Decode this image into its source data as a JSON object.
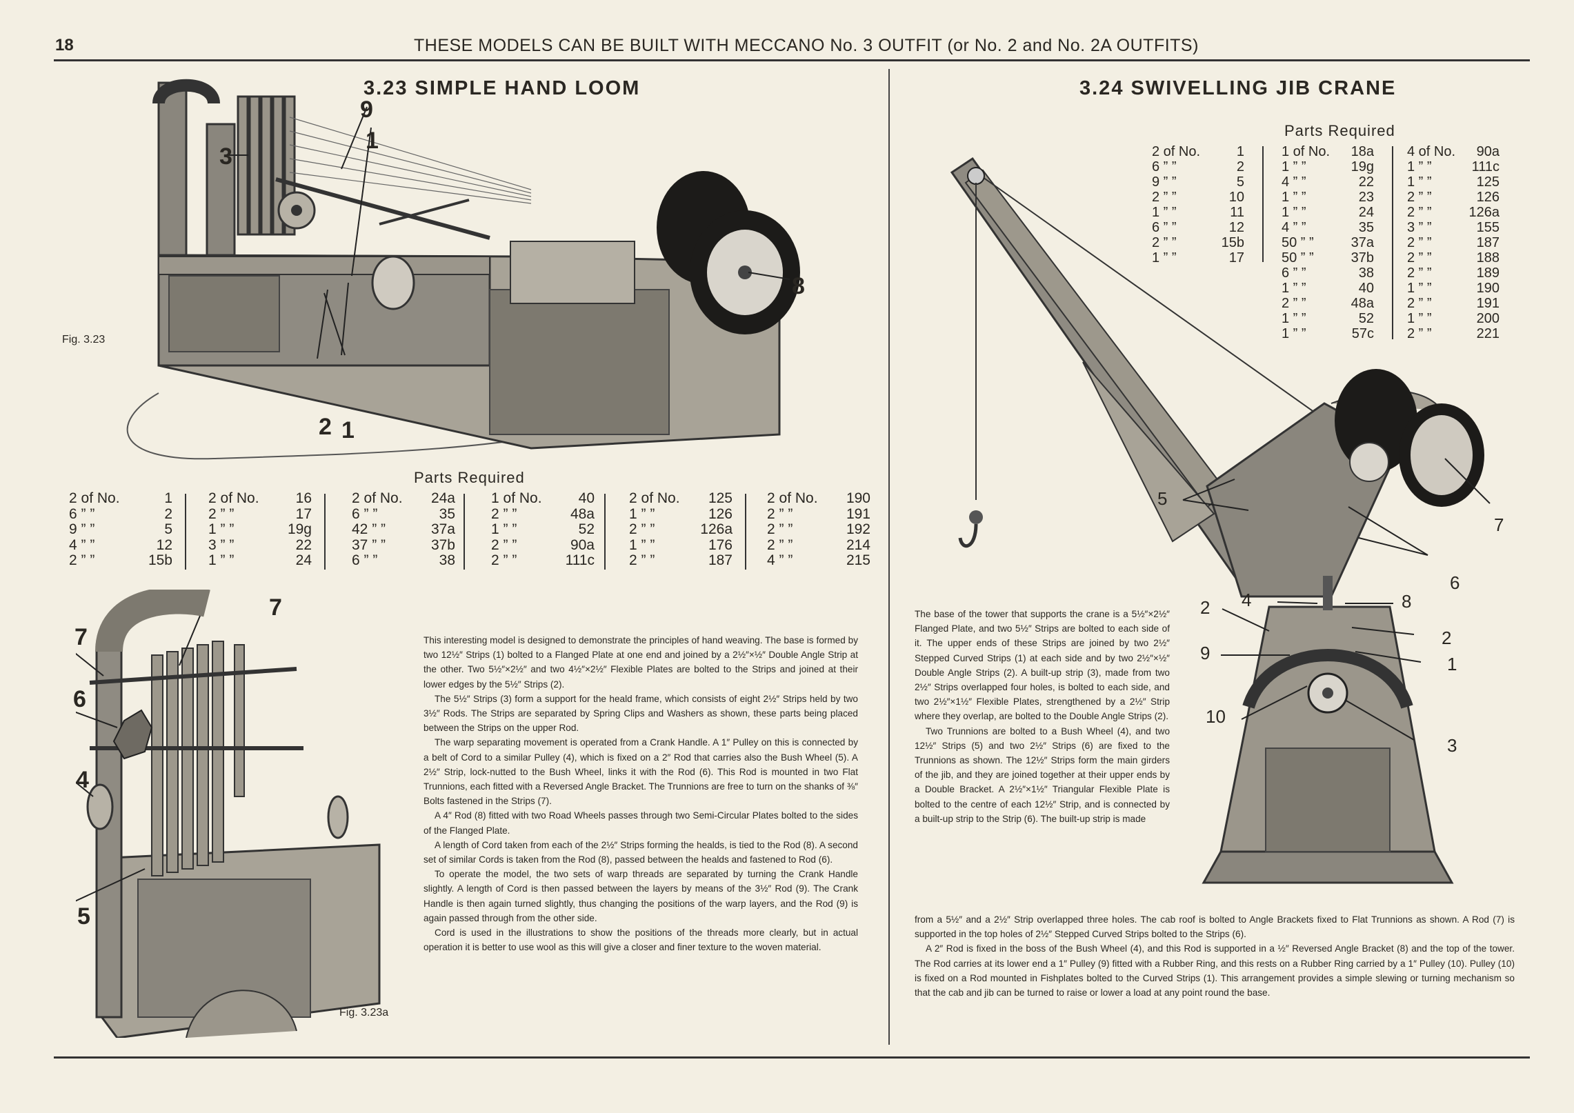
{
  "header": {
    "page_number": "18",
    "running_head": "THESE MODELS CAN BE BUILT WITH MECCANO No. 3 OUTFIT (or No. 2 and No. 2A OUTFITS)"
  },
  "loom": {
    "title": "3.23 SIMPLE HAND LOOM",
    "fig_label": "Fig. 3.23",
    "fig_label_a": "Fig. 3.23a",
    "callouts_main": [
      "9",
      "1",
      "3",
      "8",
      "2",
      "1"
    ],
    "callouts_detail": [
      "7",
      "7",
      "6",
      "4",
      "5"
    ],
    "parts_heading": "Parts Required",
    "parts_columns": [
      [
        [
          "2 of No.",
          "1"
        ],
        [
          "6 ” ”",
          "2"
        ],
        [
          "9 ” ”",
          "5"
        ],
        [
          "4 ” ”",
          "12"
        ],
        [
          "2 ” ”",
          "15b"
        ]
      ],
      [
        [
          "2 of No.",
          "16"
        ],
        [
          "2 ” ”",
          "17"
        ],
        [
          "1 ” ”",
          "19g"
        ],
        [
          "3 ” ”",
          "22"
        ],
        [
          "1 ” ”",
          "24"
        ]
      ],
      [
        [
          "2 of No.",
          "24a"
        ],
        [
          "6 ” ”",
          "35"
        ],
        [
          "42 ” ”",
          "37a"
        ],
        [
          "37 ” ”",
          "37b"
        ],
        [
          "6 ” ”",
          "38"
        ]
      ],
      [
        [
          "1 of No.",
          "40"
        ],
        [
          "2 ” ”",
          "48a"
        ],
        [
          "1 ” ”",
          "52"
        ],
        [
          "2 ” ”",
          "90a"
        ],
        [
          "2 ” ”",
          "111c"
        ]
      ],
      [
        [
          "2 of No.",
          "125"
        ],
        [
          "1 ” ”",
          "126"
        ],
        [
          "2 ” ”",
          "126a"
        ],
        [
          "1 ” ”",
          "176"
        ],
        [
          "2 ” ”",
          "187"
        ]
      ],
      [
        [
          "2 of No.",
          "190"
        ],
        [
          "2 ” ”",
          "191"
        ],
        [
          "2 ” ”",
          "192"
        ],
        [
          "2 ” ”",
          "214"
        ],
        [
          "4 ” ”",
          "215"
        ]
      ]
    ],
    "paragraphs": [
      "This interesting model is designed to demonstrate the principles of hand weaving. The base is formed by two 12½″ Strips (1) bolted to a Flanged Plate at one end and joined by a 2½″×½″ Double Angle Strip at the other. Two 5½″×2½″ and two 4½″×2½″ Flexible Plates are bolted to the Strips and joined at their lower edges by the 5½″ Strips (2).",
      "The 5½″ Strips (3) form a support for the heald frame, which consists of eight 2½″ Strips held by two 3½″ Rods. The Strips are separated by Spring Clips and Washers as shown, these parts being placed between the Strips on the upper Rod.",
      "The warp separating movement is operated from a Crank Handle. A 1″ Pulley on this is connected by a belt of Cord to a similar Pulley (4), which is fixed on a 2″ Rod that carries also the Bush Wheel (5). A 2½″ Strip, lock-nutted to the Bush Wheel, links it with the Rod (6). This Rod is mounted in two Flat Trunnions, each fitted with a Reversed Angle Bracket. The Trunnions are free to turn on the shanks of ⅜″ Bolts fastened in the Strips (7).",
      "A 4″ Rod (8) fitted with two Road Wheels passes through two Semi-Circular Plates bolted to the sides of the Flanged Plate.",
      "A length of Cord taken from each of the 2½″ Strips forming the healds, is tied to the Rod (8). A second set of similar Cords is taken from the Rod (8), passed between the healds and fastened to Rod (6).",
      "To operate the model, the two sets of warp threads are separated by turning the Crank Handle slightly. A length of Cord is then passed between the layers by means of the 3½″ Rod (9). The Crank Handle is then again turned slightly, thus changing the positions of the warp layers, and the Rod (9) is again passed through from the other side.",
      "Cord is used in the illustrations to show the positions of the threads more clearly, but in actual operation it is better to use wool as this will give a closer and finer texture to the woven material."
    ]
  },
  "crane": {
    "title": "3.24 SWIVELLING JIB CRANE",
    "parts_heading": "Parts Required",
    "parts_columns": [
      [
        [
          "2 of No.",
          "1"
        ],
        [
          "6 ” ”",
          "2"
        ],
        [
          "9 ” ”",
          "5"
        ],
        [
          "2 ” ”",
          "10"
        ],
        [
          "1 ” ”",
          "11"
        ],
        [
          "6 ” ”",
          "12"
        ],
        [
          "2 ” ”",
          "15b"
        ],
        [
          "1 ” ”",
          "17"
        ]
      ],
      [
        [
          "1 of No.",
          "18a"
        ],
        [
          "1 ” ”",
          "19g"
        ],
        [
          "4 ” ”",
          "22"
        ],
        [
          "1 ” ”",
          "23"
        ],
        [
          "1 ” ”",
          "24"
        ],
        [
          "4 ” ”",
          "35"
        ],
        [
          "50 ” ”",
          "37a"
        ],
        [
          "50 ” ”",
          "37b"
        ],
        [
          "6 ” ”",
          "38"
        ],
        [
          "1 ” ”",
          "40"
        ],
        [
          "2 ” ”",
          "48a"
        ],
        [
          "1 ” ”",
          "52"
        ],
        [
          "1 ” ”",
          "57c"
        ]
      ],
      [
        [
          "4 of No.",
          "90a"
        ],
        [
          "1 ” ”",
          "111c"
        ],
        [
          "1 ” ”",
          "125"
        ],
        [
          "2 ” ”",
          "126"
        ],
        [
          "2 ” ”",
          "126a"
        ],
        [
          "3 ” ”",
          "155"
        ],
        [
          "2 ” ”",
          "187"
        ],
        [
          "2 ” ”",
          "188"
        ],
        [
          "2 ” ”",
          "189"
        ],
        [
          "1 ” ”",
          "190"
        ],
        [
          "2 ” ”",
          "191"
        ],
        [
          "1 ” ”",
          "200"
        ],
        [
          "2 ” ”",
          "221"
        ]
      ]
    ],
    "callouts": [
      "5",
      "7",
      "6",
      "8",
      "4",
      "2",
      "2",
      "9",
      "1",
      "10",
      "3"
    ],
    "paragraphs_narrow": [
      "The base of the tower that supports the crane is a 5½″×2½″ Flanged Plate, and two 5½″ Strips are bolted to each side of it. The upper ends of these Strips are joined by two 2½″ Stepped Curved Strips (1) at each side and by two 2½″×½″ Double Angle Strips (2). A built-up strip (3), made from two 2½″ Strips overlapped four holes, is bolted to each side, and two 2½″×1½″ Flexible Plates, strengthened by a 2½″ Strip where they overlap, are bolted to the Double Angle Strips (2).",
      "Two Trunnions are bolted to a Bush Wheel (4), and two 12½″ Strips (5) and two 2½″ Strips (6) are fixed to the Trunnions as shown. The 12½″ Strips form the main girders of the jib, and they are joined together at their upper ends by a Double Bracket. A 2½″×1½″ Triangular Flexible Plate is bolted to the centre of each 12½″ Strip, and is connected by a built-up strip to the Strip (6). The built-up strip is made"
    ],
    "paragraphs_wide": [
      "from a 5½″ and a 2½″ Strip overlapped three holes. The cab roof is bolted to Angle Brackets fixed to Flat Trunnions as shown. A Rod (7) is supported in the top holes of 2½″ Stepped Curved Strips bolted to the Strips (6).",
      "A 2″ Rod is fixed in the boss of the Bush Wheel (4), and this Rod is supported in a ½″ Reversed Angle Bracket (8) and the top of the tower. The Rod carries at its lower end a 1″ Pulley (9) fitted with a Rubber Ring, and this rests on a Rubber Ring carried by a 1″ Pulley (10). Pulley (10) is fixed on a Rod mounted in Fishplates bolted to the Curved Strips (1). This arrangement provides a simple slewing or turning mechanism so that the cab and jib can be turned to raise or lower a load at any point round the base."
    ]
  },
  "colors": {
    "paper": "#f3efe3",
    "ink": "#2a2722",
    "metal": "#8f8b82",
    "dark": "#1c1b19"
  }
}
